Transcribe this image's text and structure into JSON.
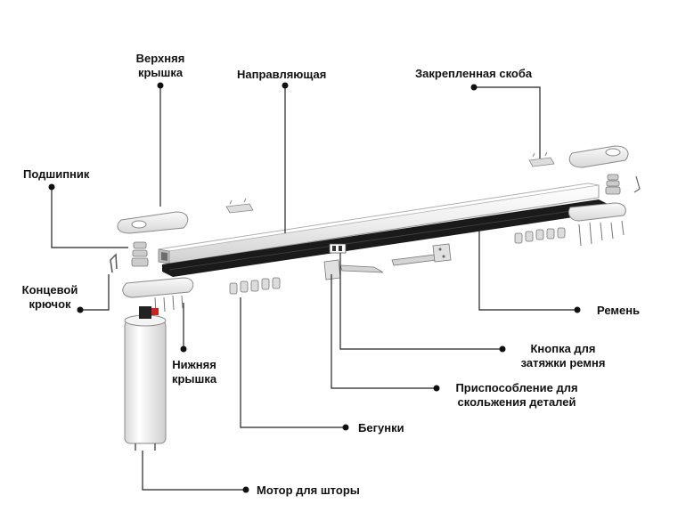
{
  "labels": {
    "top_cover": [
      "Верхняя",
      "крышка"
    ],
    "rail": "Направляющая",
    "fixed_bracket": "Закрепленная скоба",
    "bearing": "Подшипник",
    "end_hook": [
      "Концевой",
      "крючок"
    ],
    "bottom_cover": [
      "Нижняя",
      "крышка"
    ],
    "belt": "Ремень",
    "belt_tension_button": [
      "Кнопка для",
      "затяжки ремня"
    ],
    "sliding_device": [
      "Приспособление для",
      "скольжения деталей"
    ],
    "runners": "Бегунки",
    "curtain_motor": "Мотор для шторы"
  },
  "colors": {
    "callout_line": "#222222",
    "rail_body": "#f2f2f2",
    "belt": "#1a1a1a",
    "motor_body": "#eeeeee"
  }
}
